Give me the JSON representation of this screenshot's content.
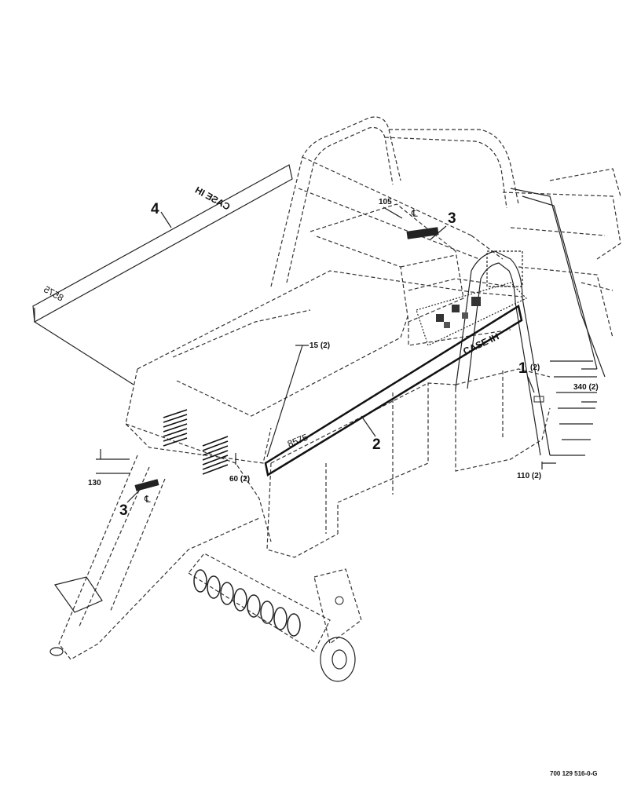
{
  "drawing": {
    "callouts": {
      "item_1": "1",
      "item_1_qty": "(2)",
      "item_2": "2",
      "item_3_top": "3",
      "item_3_left": "3",
      "item_4": "4"
    },
    "dimensions": {
      "d15": "15 (2)",
      "d60": "60 (2)",
      "d105": "105",
      "d110": "110 (2)",
      "d130": "130",
      "d340": "340 (2)"
    },
    "decal_text": {
      "model_side": "8575",
      "model_top_strip": "8575",
      "brand_top_strip": "CASE IH",
      "brand_rear": "CASE IH",
      "centerline_symbol": "℄"
    },
    "figure_id": "700 129 516-0-G"
  }
}
